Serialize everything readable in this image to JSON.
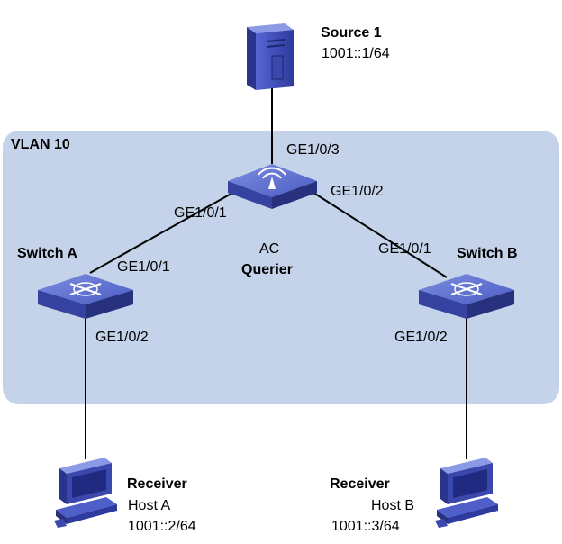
{
  "vlan": {
    "label": "VLAN 10"
  },
  "source": {
    "name": "Source 1",
    "ip": "1001::1/64"
  },
  "ac": {
    "name": "AC",
    "role": "Querier",
    "port_up": "GE1/0/3",
    "port_left": "GE1/0/1",
    "port_right": "GE1/0/2"
  },
  "switch_a": {
    "name": "Switch A",
    "port_up": "GE1/0/1",
    "port_down": "GE1/0/2"
  },
  "switch_b": {
    "name": "Switch B",
    "port_up": "GE1/0/1",
    "port_down": "GE1/0/2"
  },
  "host_a": {
    "role": "Receiver",
    "name": "Host A",
    "ip": "1001::2/64"
  },
  "host_b": {
    "role": "Receiver",
    "name": "Host B",
    "ip": "1001::3/64"
  }
}
